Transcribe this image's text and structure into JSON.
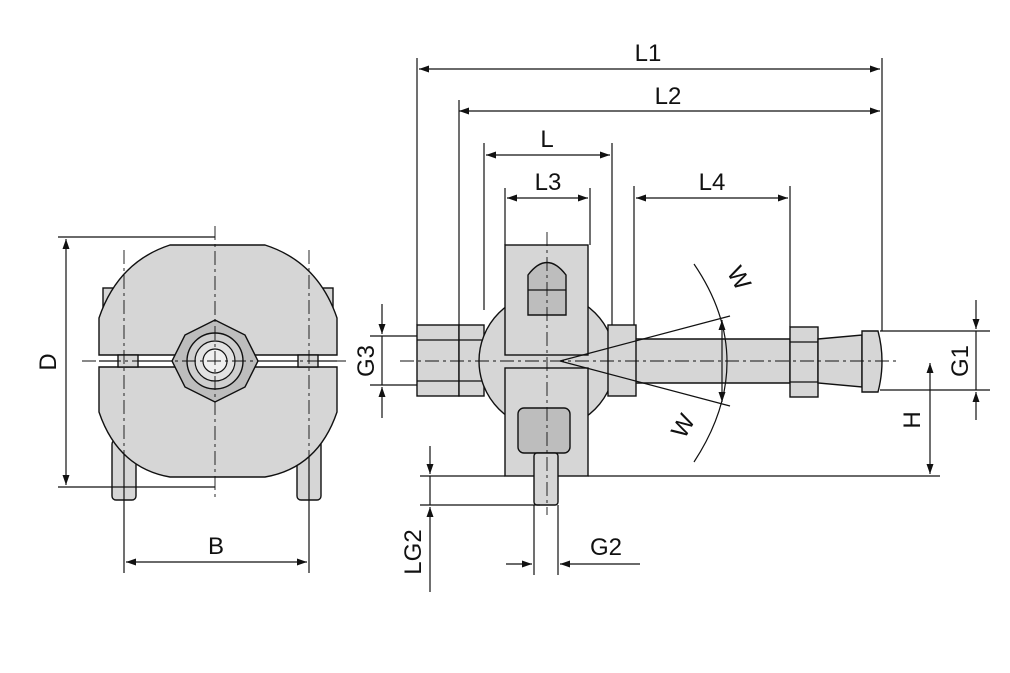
{
  "labels": {
    "D": "D",
    "B": "B",
    "G3": "G3",
    "L1": "L1",
    "L2": "L2",
    "L": "L",
    "L3": "L3",
    "L4": "L4",
    "W_top": "W",
    "W_bottom": "W",
    "G1": "G1",
    "H": "H",
    "LG2": "LG2",
    "G2": "G2"
  }
}
